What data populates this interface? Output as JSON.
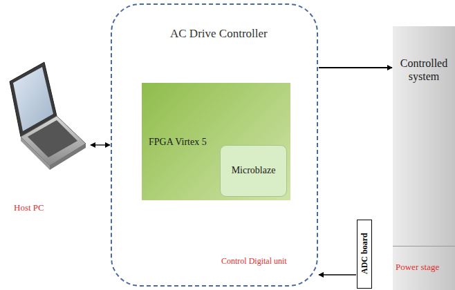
{
  "diagram": {
    "nodes": [
      {
        "text": [
          "Host PC"
        ]
      },
      {
        "text": [
          "AC Drive Controller",
          "Control Digital unit"
        ]
      },
      {
        "text": [
          "FPGA Virtex 5"
        ],
        "in": 1
      },
      {
        "text": [
          "Microblaze"
        ],
        "in": 2
      },
      {
        "text": [
          "Controlled system"
        ]
      },
      {
        "text": [
          "Power stage"
        ],
        "in": 4
      },
      {
        "text": [
          "ADC board"
        ]
      }
    ],
    "edges": [
      {
        "from": 0,
        "to": 1,
        "arrow": "both"
      },
      {
        "from": 1,
        "to": 4,
        "arrow": "to"
      },
      {
        "from": 6,
        "to": 1,
        "arrow": "to"
      }
    ]
  }
}
